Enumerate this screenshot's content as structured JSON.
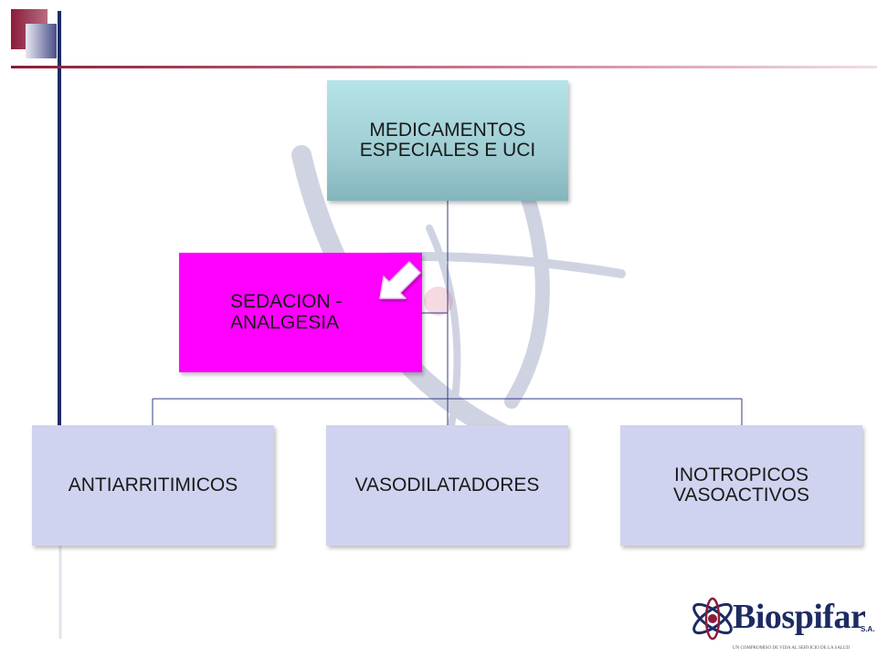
{
  "diagram": {
    "root": {
      "label": "MEDICAMENTOS\nESPECIALES E UCI"
    },
    "assistant": {
      "label": "SEDACION -\nANALGESIA"
    },
    "children": [
      {
        "label": "ANTIARRITIMICOS"
      },
      {
        "label": "VASODILATADORES"
      },
      {
        "label": "INOTROPICOS\nVASOACTIVOS"
      }
    ]
  },
  "logo": {
    "name": "Biospifar",
    "suffix": "S.A.",
    "tagline": "UN COMPROMISO DE VIDA AL SERVICIO DE LA SALUD"
  },
  "colors": {
    "root_fill": "#9fcdd3",
    "assistant_fill": "#ff00ff",
    "child_fill": "#d0d3ef",
    "connector": "#2f3b86",
    "brand_navy": "#1d2b63",
    "brand_maroon": "#8a1c3a"
  }
}
